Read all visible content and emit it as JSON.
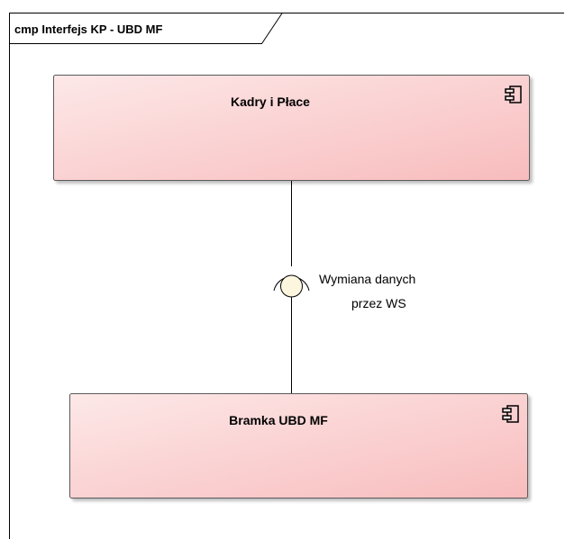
{
  "frame": {
    "title": "cmp Interfejs KP - UBD MF"
  },
  "components": [
    {
      "name": "Kadry i Płace",
      "icon": "component-icon"
    },
    {
      "name": "Bramka UBD MF",
      "icon": "component-icon"
    }
  ],
  "interface": {
    "label_line1": "Wymiana danych",
    "label_line2": "przez WS"
  },
  "colors": {
    "component_fill_light": "#fde8e8",
    "component_fill_dark": "#f8bcbd",
    "component_border": "#5a5a5a",
    "interface_fill": "#fdf6de",
    "line": "#000000"
  }
}
